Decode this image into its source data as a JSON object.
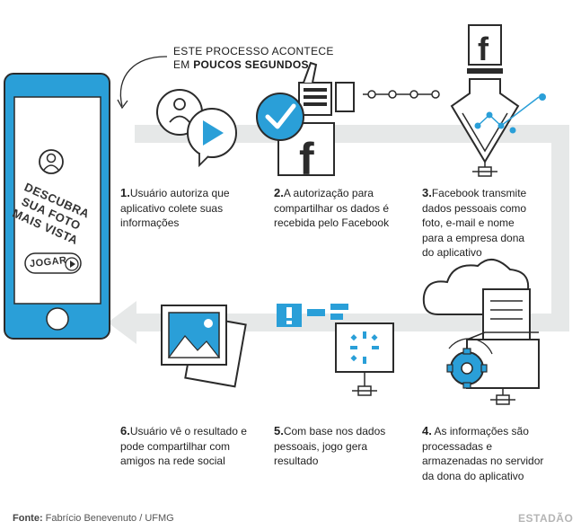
{
  "intro": {
    "line1": "ESTE PROCESSO ACONTECE",
    "line2_prefix": "EM ",
    "line2_bold": "POUCOS SEGUNDOS"
  },
  "phone": {
    "line1": "DESCUBRA",
    "line2": "SUA FOTO",
    "line3": "MAIS VISTA",
    "button": "JOGAR"
  },
  "steps": [
    {
      "num": "1.",
      "text": "Usuário autoriza que aplicativo colete suas informações"
    },
    {
      "num": "2.",
      "text": "A autorização para compartilhar os dados é recebida pelo Facebook"
    },
    {
      "num": "3.",
      "text": "Facebook transmite dados pessoais como foto, e-mail e nome para a empresa dona do aplicativo"
    },
    {
      "num": "4.",
      "text": " As informações são processadas e armazenadas no servidor da dona do aplicativo"
    },
    {
      "num": "5.",
      "text": "Com base nos dados pessoais, jogo gera resultado"
    },
    {
      "num": "6.",
      "text": "Usuário vê o resultado e pode compartilhar com amigos na rede social"
    }
  ],
  "footer": {
    "source_label": "Fonte:",
    "source_text": " Fabrício Benevenuto / UFMG",
    "brand": "ESTADÃO"
  },
  "colors": {
    "blue": "#2a9fd8",
    "dark": "#2b2b2b",
    "track": "#e6e8e8"
  }
}
